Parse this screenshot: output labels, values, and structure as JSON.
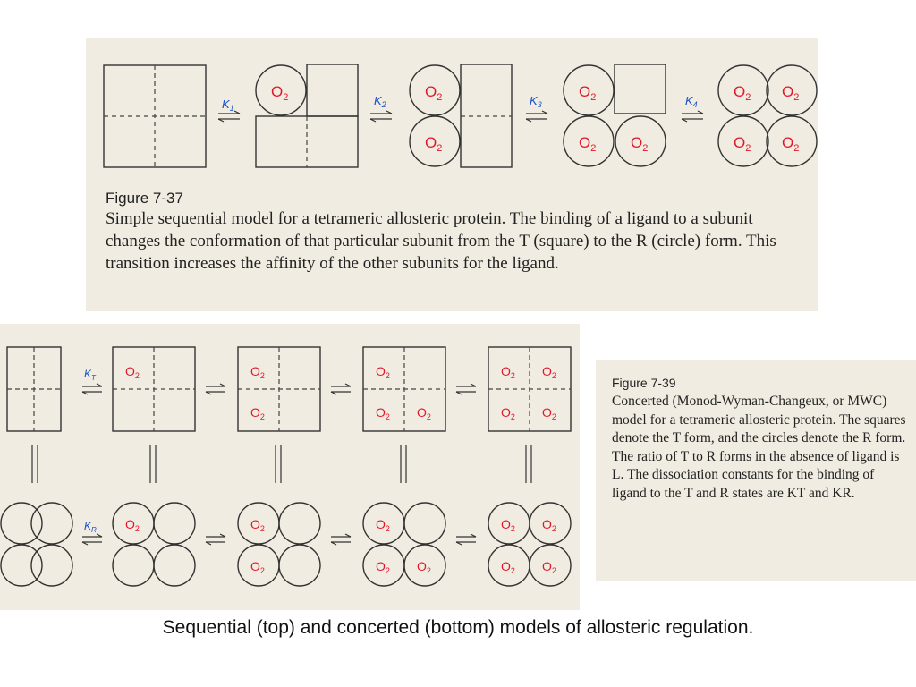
{
  "figure_7_37": {
    "title": "Figure 7-37",
    "caption": "Simple sequential model for a tetrameric allosteric protein. The binding of a ligand to a subunit changes the conformation of that particular subunit from the T (square) to the R (circle) form. This transition increases the affinity of the other subunits for the ligand.",
    "constants": [
      "K1",
      "K2",
      "K3",
      "K4"
    ],
    "ligand_label": "O2"
  },
  "figure_7_39": {
    "title": "Figure 7-39",
    "caption": "Concerted (Monod-Wyman-Changeux, or MWC) model for a tetrameric allosteric protein. The squares denote the T form, and the circles denote the R form. The ratio of T to R forms in the absence of ligand is L. The dissociation constants for the binding of ligand to the T and R states are KT and KR.",
    "constants": [
      "KT",
      "KR"
    ],
    "ligand_label": "O2"
  },
  "slide_caption": "Sequential (top) and concerted (bottom) models of allosteric regulation.",
  "colors": {
    "ligand": "#e0182a",
    "constant": "#1b4fc4",
    "paper": "#f1ece1"
  }
}
